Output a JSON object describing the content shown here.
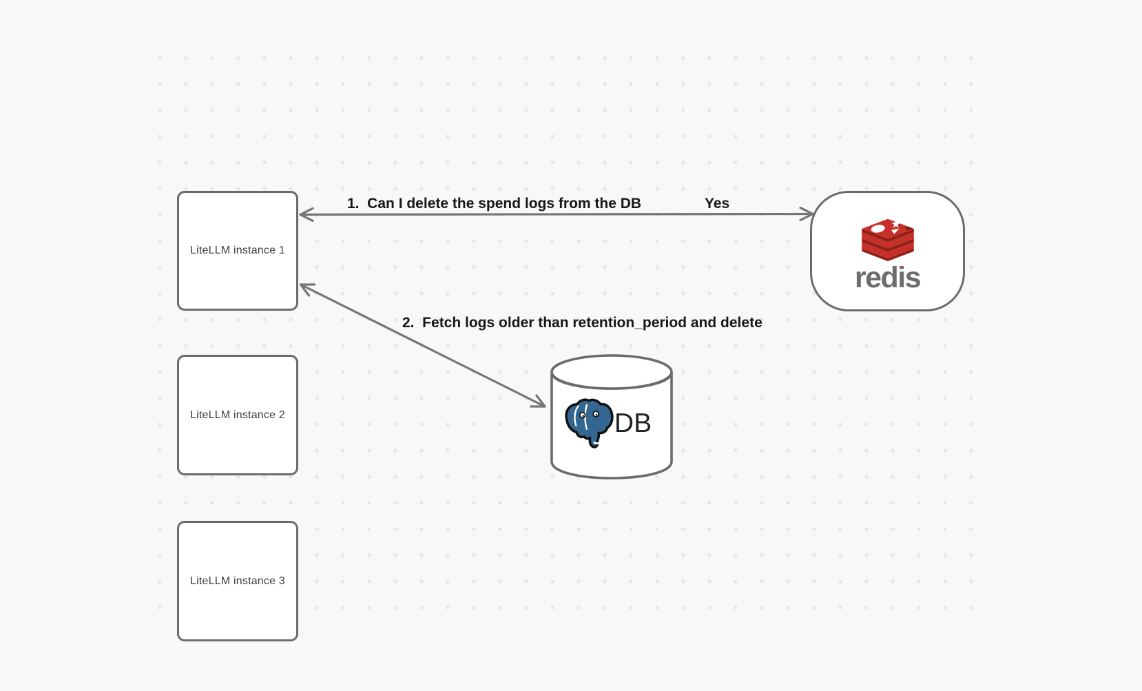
{
  "canvas": {
    "background": "#f8f8f8",
    "dot_color": "#e7e7e7"
  },
  "nodes": {
    "instances": [
      {
        "label": "LiteLLM instance 1"
      },
      {
        "label": "LiteLLM instance 2"
      },
      {
        "label": "LiteLLM instance 3"
      }
    ],
    "redis": {
      "label": "redis"
    },
    "db": {
      "label": "DB"
    }
  },
  "edges": {
    "edge1": {
      "question": "1.  Can I delete the spend logs from the DB",
      "answer": "Yes",
      "from": "LiteLLM instance 1",
      "to": "redis",
      "style": "double-headed-arrow"
    },
    "edge2": {
      "label": "2.  Fetch logs older than retention_period and delete",
      "from": "LiteLLM instance 1",
      "to": "DB",
      "style": "double-headed-arrow"
    }
  },
  "icons": {
    "redis_logo": "redis-stack-icon",
    "postgres_logo": "postgresql-elephant-icon",
    "database": "database-cylinder-icon"
  },
  "colors": {
    "node_border": "#6b6b6b",
    "arrow": "#757575",
    "label_text": "#17171b",
    "node_text": "#3c3c43",
    "redis_red": "#c6302b",
    "redis_dark_red": "#921f12",
    "redis_wordmark": "#6d6d6d",
    "postgres_blue": "#336791",
    "db_text": "#202025"
  }
}
